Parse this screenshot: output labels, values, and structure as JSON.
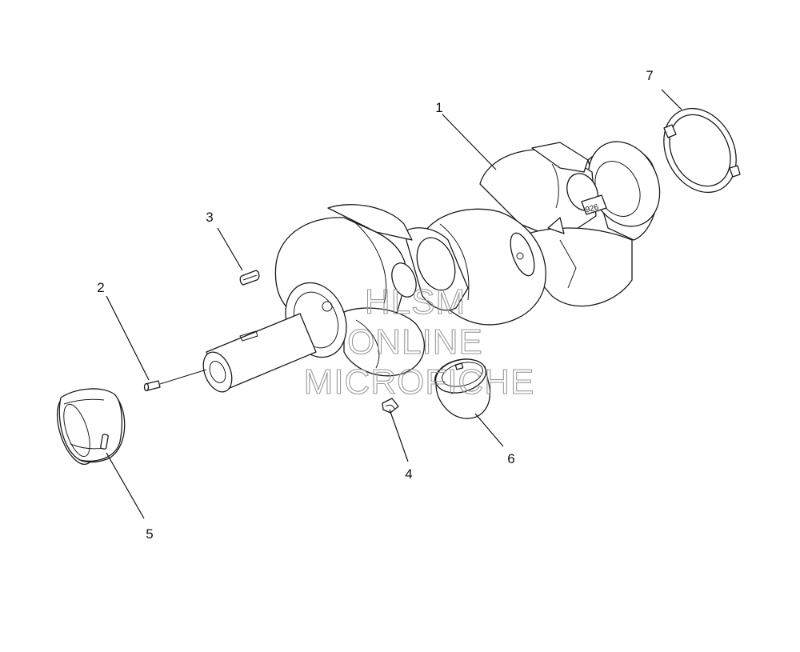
{
  "diagram": {
    "callouts": [
      {
        "id": "1",
        "label": "1"
      },
      {
        "id": "2",
        "label": "2"
      },
      {
        "id": "3",
        "label": "3"
      },
      {
        "id": "4",
        "label": "4"
      },
      {
        "id": "5",
        "label": "5"
      },
      {
        "id": "6",
        "label": "6"
      },
      {
        "id": "7",
        "label": "7"
      }
    ],
    "crank_stamp": "926",
    "watermark": [
      "HLSM",
      "ONLINE",
      "MICROFICHE"
    ]
  }
}
